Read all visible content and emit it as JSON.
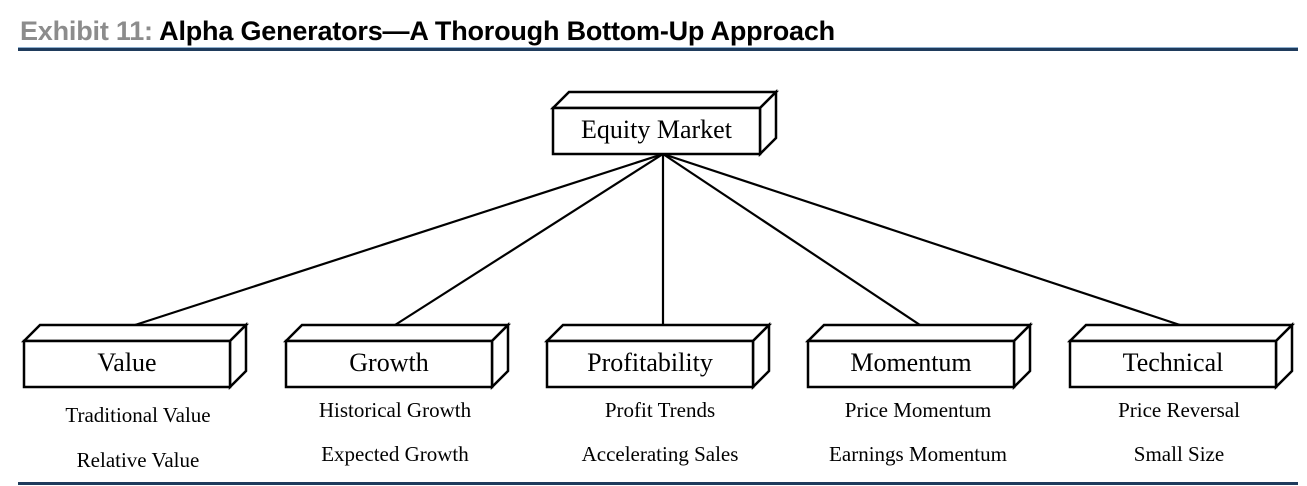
{
  "header": {
    "exhibit_label": "Exhibit 11:",
    "title": "Alpha Generators—A Thorough Bottom-Up Approach",
    "rule_color": "#1f3b5c"
  },
  "diagram": {
    "root": {
      "label": "Equity Market"
    },
    "children": [
      {
        "label": "Value",
        "items": [
          "Traditional Value",
          "Relative Value"
        ]
      },
      {
        "label": "Growth",
        "items": [
          "Historical Growth",
          "Expected Growth"
        ]
      },
      {
        "label": "Profitability",
        "items": [
          "Profit Trends",
          "Accelerating Sales"
        ]
      },
      {
        "label": "Momentum",
        "items": [
          "Price Momentum",
          "Earnings Momentum"
        ]
      },
      {
        "label": "Technical",
        "items": [
          "Price Reversal",
          "Small Size"
        ]
      }
    ]
  }
}
